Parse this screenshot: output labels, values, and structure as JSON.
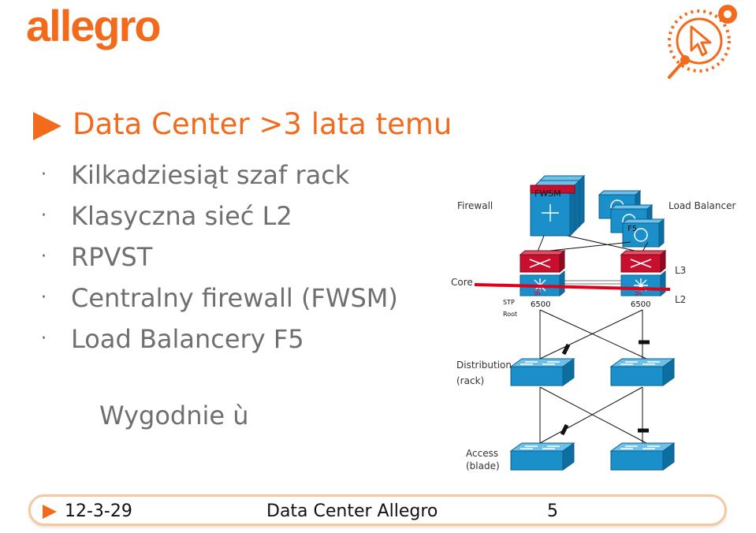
{
  "header": {
    "logo_text": "allegro",
    "brand_color": "#f26b1d"
  },
  "slide": {
    "title": "Data Center >3 lata temu",
    "bullets": [
      "Kilkadziesiąt szaf rack",
      "Klasyczna sieć L2",
      "RPVST",
      "Centralny firewall (FWSM)",
      "Load Balancery F5"
    ],
    "bullet_marker": "·",
    "note": "Wygodnie ù"
  },
  "diagram": {
    "labels": {
      "firewall": "Firewall",
      "fwsm": "FWSM",
      "f5": "F5",
      "load_balancer": "Load Balancer",
      "core": "Core",
      "l3": "L3",
      "l2": "L2",
      "stp": "STP",
      "root": "Root",
      "core_left_model": "6500",
      "core_right_model": "6500",
      "si": "SI",
      "distribution": "Distribution",
      "rack": "(rack)",
      "access": "Access",
      "blade": "(blade)"
    },
    "colors": {
      "switch": "#1a8fc9",
      "firewall_red": "#c8102e",
      "l2_line": "#e0001b"
    }
  },
  "footer": {
    "date": "12-3-29",
    "title": "Data Center Allegro",
    "page": "5"
  }
}
